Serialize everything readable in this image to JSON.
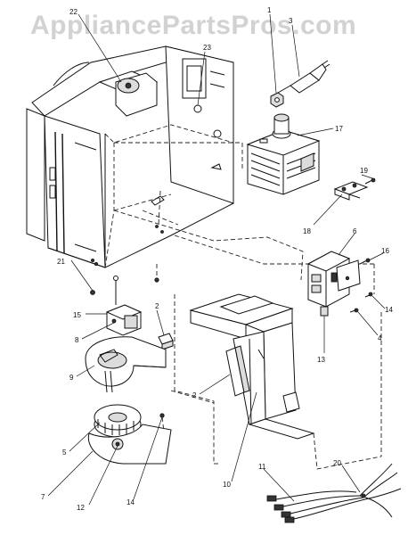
{
  "watermark": "AppliancePartsPros.com",
  "callouts": [
    {
      "id": "c1",
      "label": "1"
    },
    {
      "id": "c2a",
      "label": "2"
    },
    {
      "id": "c2b",
      "label": "2"
    },
    {
      "id": "c3",
      "label": "3"
    },
    {
      "id": "c4",
      "label": "4"
    },
    {
      "id": "c5",
      "label": "5"
    },
    {
      "id": "c6",
      "label": "6"
    },
    {
      "id": "c7",
      "label": "7"
    },
    {
      "id": "c8",
      "label": "8"
    },
    {
      "id": "c9",
      "label": "9"
    },
    {
      "id": "c10",
      "label": "10"
    },
    {
      "id": "c11",
      "label": "11"
    },
    {
      "id": "c12",
      "label": "12"
    },
    {
      "id": "c13",
      "label": "13"
    },
    {
      "id": "c14a",
      "label": "14"
    },
    {
      "id": "c14b",
      "label": "14"
    },
    {
      "id": "c15",
      "label": "15"
    },
    {
      "id": "c16",
      "label": "16"
    },
    {
      "id": "c17",
      "label": "17"
    },
    {
      "id": "c18",
      "label": "18"
    },
    {
      "id": "c19",
      "label": "19"
    },
    {
      "id": "c20",
      "label": "20"
    },
    {
      "id": "c21",
      "label": "21"
    },
    {
      "id": "c22",
      "label": "22"
    },
    {
      "id": "c23",
      "label": "23"
    }
  ]
}
